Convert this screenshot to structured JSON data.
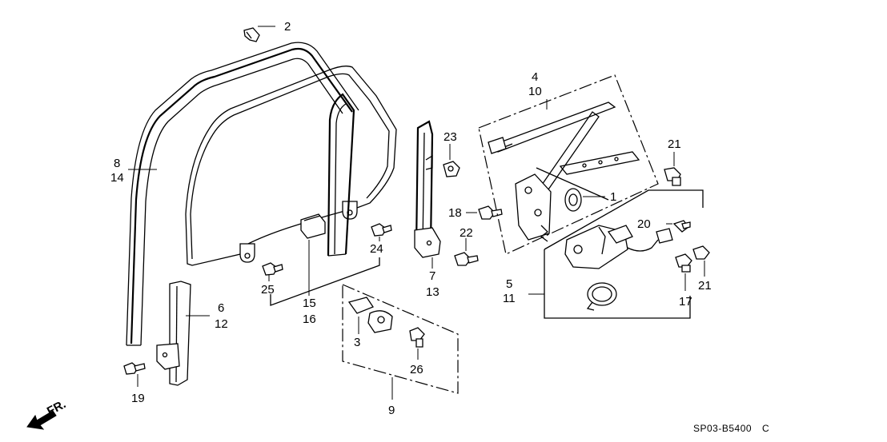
{
  "callouts": {
    "c1": "1",
    "c2": "2",
    "c3": "3",
    "c4": "4",
    "c5": "5",
    "c6": "6",
    "c7": "7",
    "c8": "8",
    "c9": "9",
    "c10": "10",
    "c11": "11",
    "c12": "12",
    "c13": "13",
    "c14": "14",
    "c15": "15",
    "c16": "16",
    "c17": "17",
    "c18": "18",
    "c19": "19",
    "c20": "20",
    "c21a": "21",
    "c21b": "21",
    "c22": "22",
    "c23": "23",
    "c24": "24",
    "c25": "25",
    "c26": "26"
  },
  "direction_label": "FR.",
  "diagram_code": "SP03-B5400",
  "diagram_revision": "C"
}
